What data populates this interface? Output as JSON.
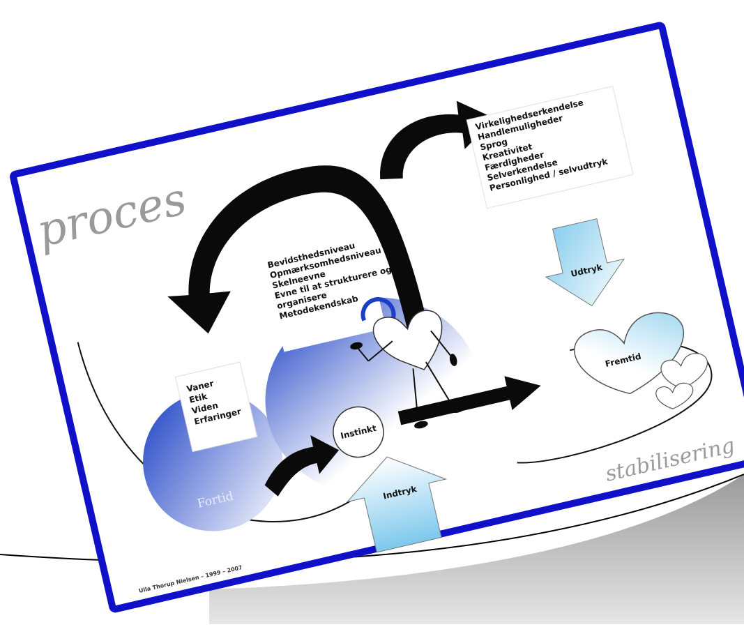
{
  "diagram": {
    "title": "proces",
    "subtitle": "stabilisering",
    "nodes": {
      "past": "Fortid",
      "instinct": "Instinkt",
      "future": "Fremtid"
    },
    "arrows": {
      "impression": "Indtryk",
      "expression": "Udtryk"
    },
    "lists": {
      "left": [
        "Vaner",
        "Etik",
        "Viden",
        "Erfaringer"
      ],
      "center": [
        "Bevidsthedsniveau",
        "Opmærksomhedsniveau",
        "Skelneevne",
        "Evne til at strukturere og",
        "organisere",
        "Metodekendskab"
      ],
      "right": [
        "Virkelighedserkendelse",
        "Handlemuligheder",
        "Sprog",
        "Kreativitet",
        "Færdigheder",
        "Selverkendelse",
        "Personlighed / selvudtryk"
      ]
    },
    "credit": "Ulla Thorup Nielsen – 1999 – 2007"
  },
  "colors": {
    "frame": "#1010c8",
    "blue_dark": "#1a3fc4",
    "blue_light": "#bfe6f6",
    "arrow_black": "#0a0a0a",
    "shadow_gray": "#bdbdbd"
  }
}
